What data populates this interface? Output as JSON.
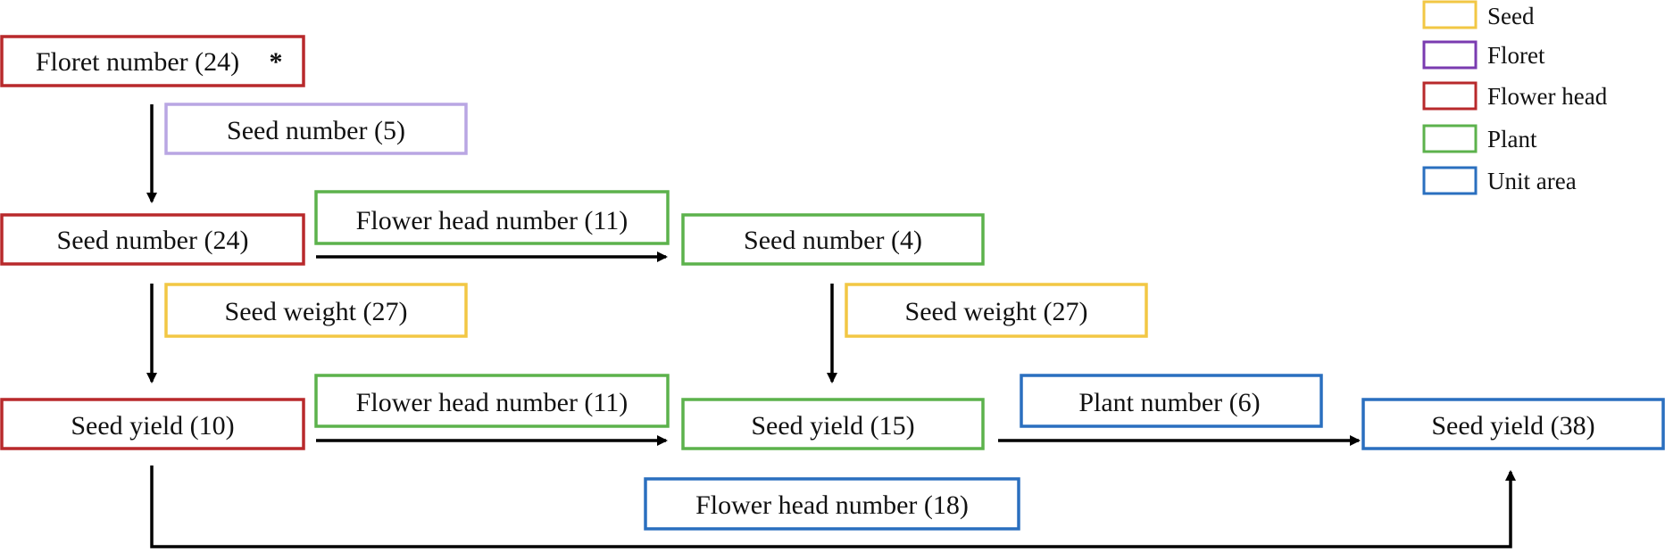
{
  "colors": {
    "seed": "#f2c744",
    "floret": "#7a3bb0",
    "floret_light": "#b9a6e3",
    "flower_head": "#b8292b",
    "plant": "#5cb24c",
    "unit_area": "#2a6fbf"
  },
  "legend": [
    {
      "label": "Seed",
      "color": "#f2c744"
    },
    {
      "label": "Floret",
      "color": "#7a3bb0"
    },
    {
      "label": "Flower head",
      "color": "#b8292b"
    },
    {
      "label": "Plant",
      "color": "#5cb24c"
    },
    {
      "label": "Unit area",
      "color": "#2a6fbf"
    }
  ],
  "nodes": {
    "floret_number_fh": {
      "label": "Floret number (24)",
      "marker": "*"
    },
    "seed_number_floret": {
      "label": "Seed number (5)"
    },
    "seed_number_fh": {
      "label": "Seed number (24)"
    },
    "flower_head_number_plant_1": {
      "label": "Flower head number (11)"
    },
    "seed_number_plant": {
      "label": "Seed number (4)"
    },
    "seed_weight_1": {
      "label": "Seed weight (27)"
    },
    "seed_weight_2": {
      "label": "Seed weight (27)"
    },
    "seed_yield_fh": {
      "label": "Seed yield (10)"
    },
    "flower_head_number_plant_2": {
      "label": "Flower head number (11)"
    },
    "seed_yield_plant": {
      "label": "Seed yield (15)"
    },
    "plant_number_unit": {
      "label": "Plant number (6)"
    },
    "seed_yield_unit": {
      "label": "Seed yield (38)"
    },
    "flower_head_number_unit": {
      "label": "Flower head number (18)"
    }
  }
}
